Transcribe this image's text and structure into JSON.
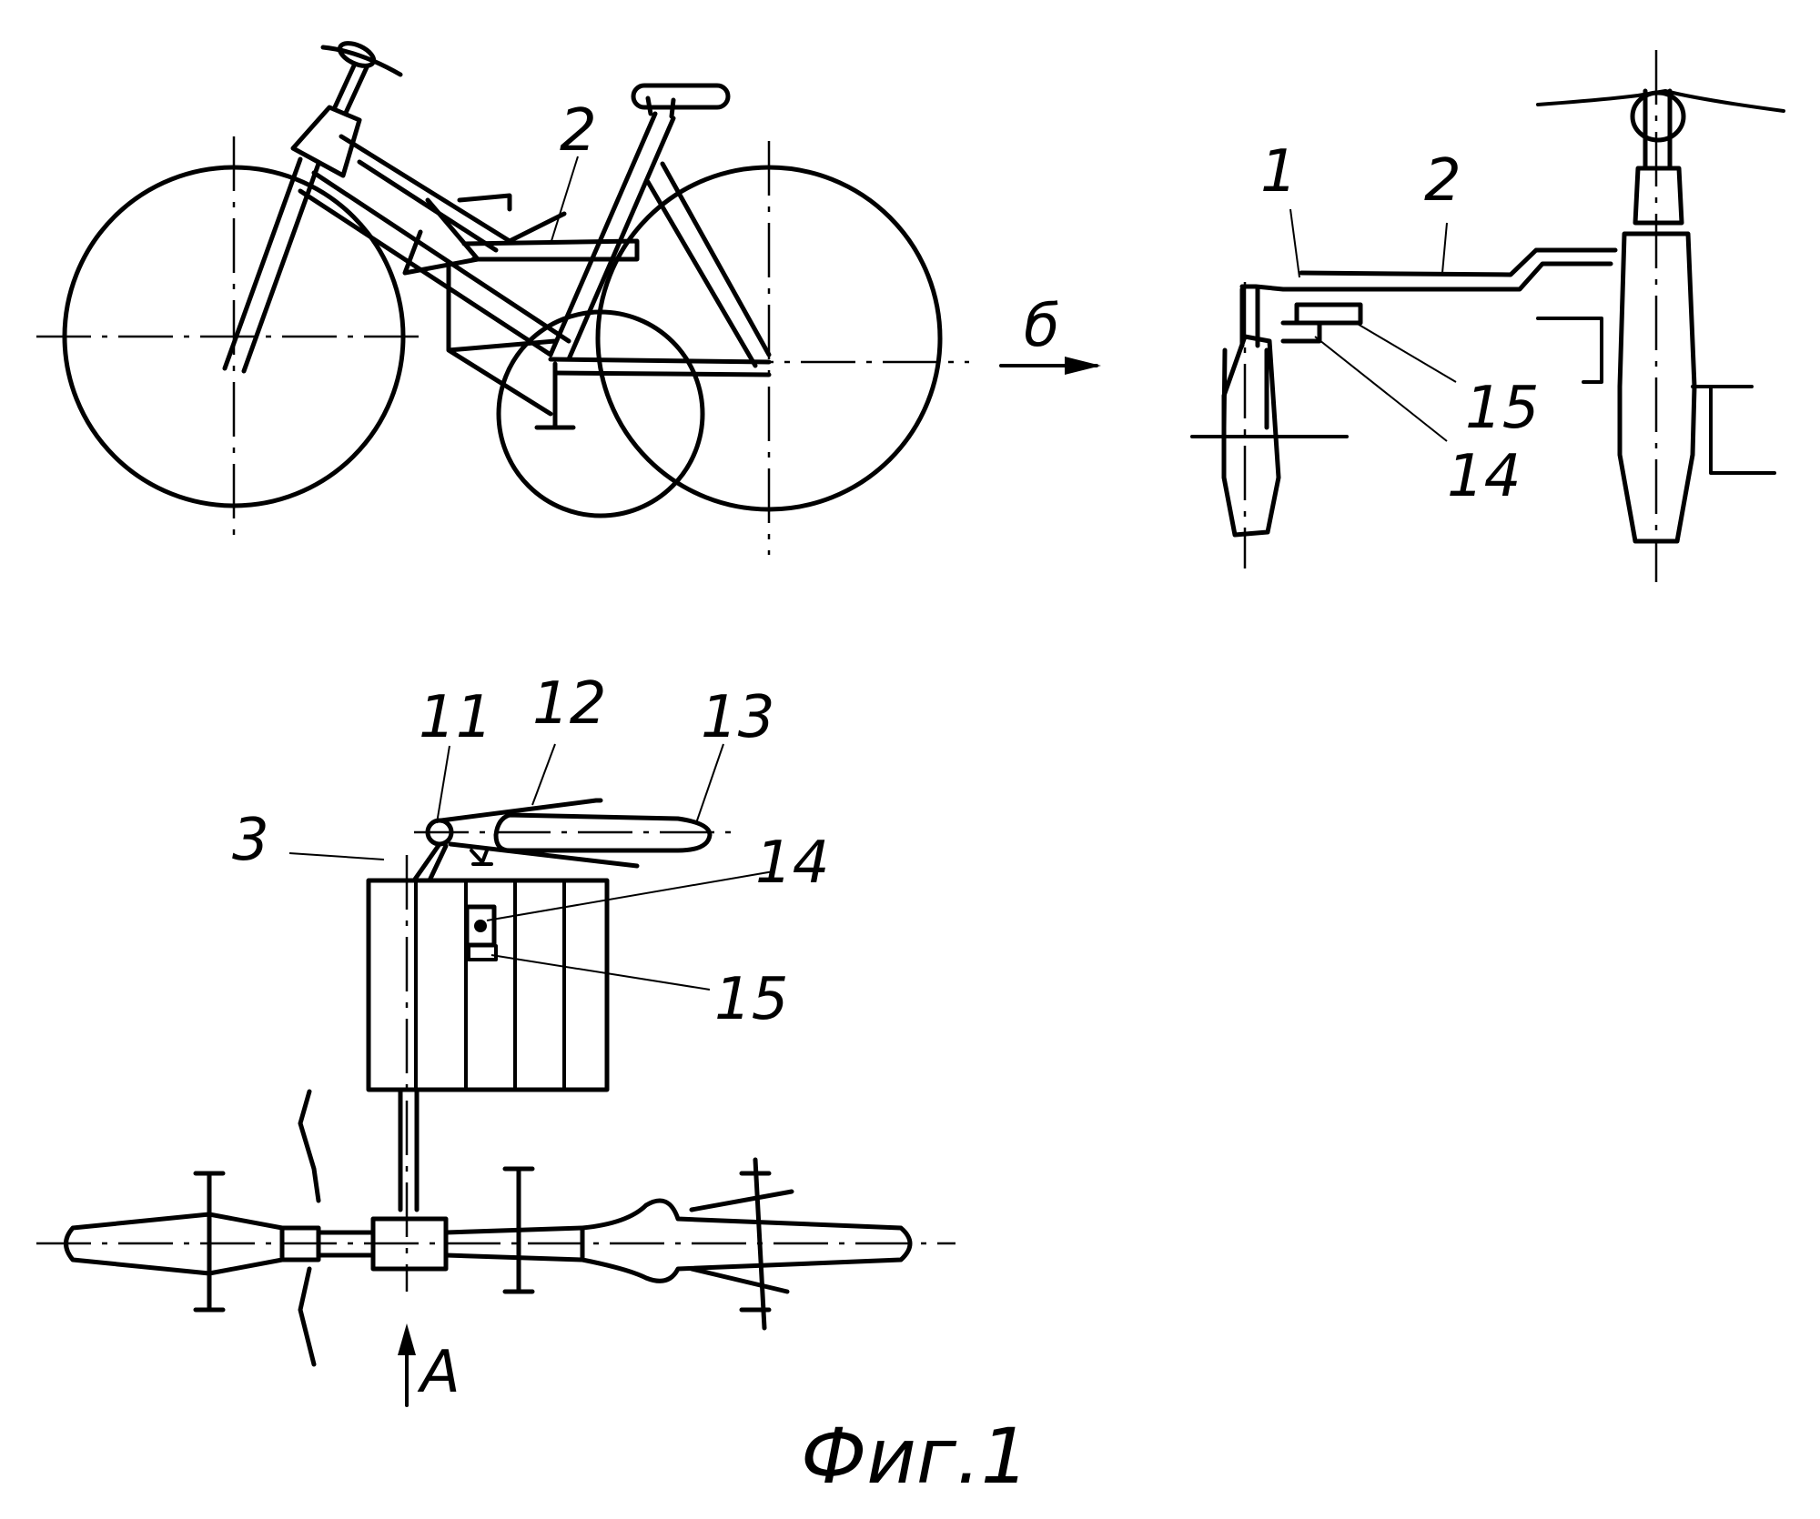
{
  "caption": "Фиг.1",
  "side_view": {
    "labels": {
      "frame": "2"
    },
    "direction_arrow": "б"
  },
  "rear_view": {
    "labels": {
      "bracket": "1",
      "frame": "2",
      "part_14": "14",
      "part_15": "15"
    }
  },
  "top_view": {
    "labels": {
      "part_3": "3",
      "part_11": "11",
      "part_12": "12",
      "part_13": "13",
      "part_14": "14",
      "part_15": "15"
    },
    "view_arrow": "A"
  }
}
